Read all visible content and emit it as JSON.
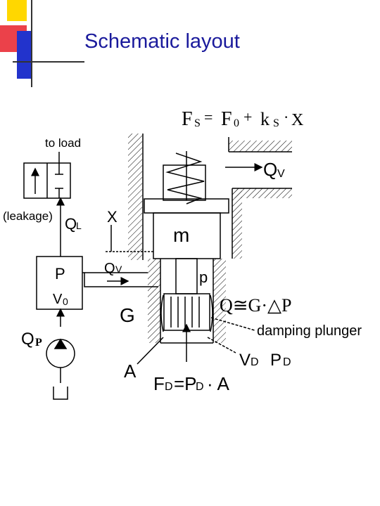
{
  "slide": {
    "title": "Schematic layout"
  },
  "colors": {
    "title": "#1a1a9c",
    "logo_yellow": "#ffd700",
    "logo_red": "#e8202a",
    "logo_blue": "#2233cc",
    "line": "#000000"
  },
  "diagram": {
    "eq_spring": {
      "fs": "F",
      "fs_sub": "S",
      "eq1": "=",
      "f0": "F",
      "f0_sub": "0",
      "plus": "+",
      "k": "k",
      "k_sub": "S",
      "dot": "·",
      "x": "X"
    },
    "to_load": "to load",
    "leakage": "(leakage)",
    "ql": "Q",
    "ql_sub": "L",
    "x_label": "X",
    "mass": "m",
    "qv_top": "Q",
    "qv_top_sub": "V",
    "qv_left": "Q",
    "qv_left_sub": "V",
    "p_chamber": "P",
    "v0": "V",
    "v0_sub": "0",
    "qp": "Q",
    "qp_sub": "P",
    "g_label": "G",
    "p_small": "p",
    "q_eq": "Q≅G·△P",
    "damping": "damping plunger",
    "vd_pd": "V D, P D",
    "vd": "V",
    "vd_sub": "D",
    "pd": "P",
    "pd_sub": "D",
    "a_label": "A",
    "fd_eq": "FD=PD·A",
    "fd": "F",
    "fd_sub": "D",
    "fd_eq2": "=P",
    "fd_sub2": "D",
    "fd_rest": "· A"
  }
}
